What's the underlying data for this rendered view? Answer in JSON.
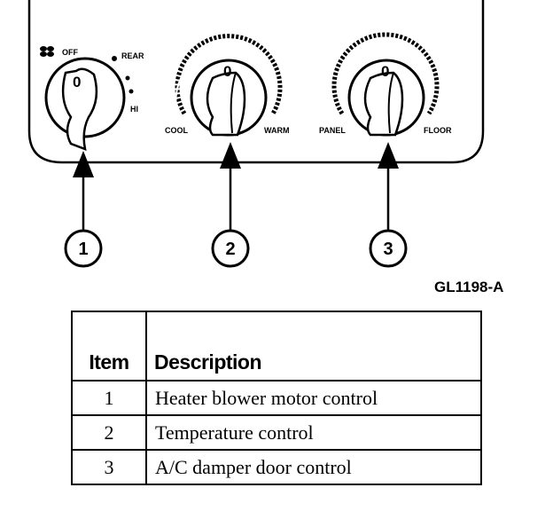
{
  "panel": {
    "knob1": {
      "off": "OFF",
      "rear": "REAR",
      "hi": "HI",
      "mark": "0"
    },
    "knob2": {
      "left": "COOL",
      "right": "WARM",
      "mark": "0"
    },
    "knob3": {
      "left": "PANEL",
      "right": "FLOOR",
      "mark": "0"
    }
  },
  "callouts": [
    "1",
    "2",
    "3"
  ],
  "figure_id": "GL1198-A",
  "table": {
    "headers": [
      "Item",
      "Description"
    ],
    "rows": [
      [
        "1",
        "Heater blower motor control"
      ],
      [
        "2",
        "Temperature control"
      ],
      [
        "3",
        "A/C damper door control"
      ]
    ]
  }
}
